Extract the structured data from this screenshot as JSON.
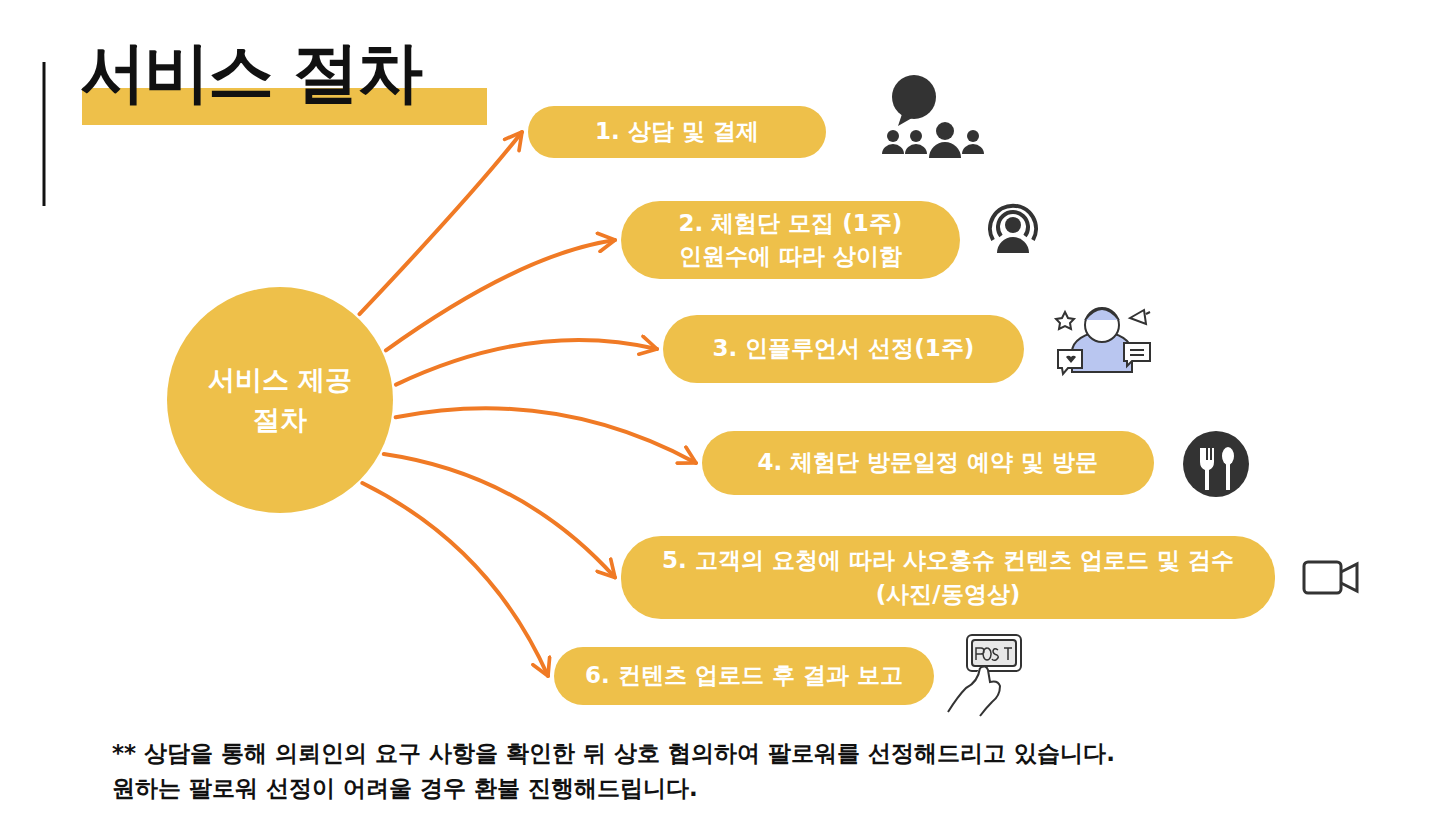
{
  "diagram": {
    "title": "서비스 절차",
    "nodes": [
      {
        "text": [
          "서비스 제공절차"
        ]
      },
      {
        "text": [
          "1. 상담 및 결제"
        ]
      },
      {
        "text": [
          "2. 체험단 모집 (1주)",
          "인원수에 따라 상이함"
        ]
      },
      {
        "text": [
          "3. 인플루언서 선정(1주)"
        ]
      },
      {
        "text": [
          "4. 체험단 방문일정 예약 및 방문"
        ]
      },
      {
        "text": [
          "5. 고객의 요청에 따라 샤오홍슈 컨텐츠 업로드 및 검수",
          "(사진/동영상)"
        ]
      },
      {
        "text": [
          "6. 컨텐츠 업로드 후 결과 보고"
        ]
      }
    ],
    "edges": [
      {
        "from": 0,
        "to": 1,
        "arrow": "to"
      },
      {
        "from": 0,
        "to": 2,
        "arrow": "to"
      },
      {
        "from": 0,
        "to": 3,
        "arrow": "to"
      },
      {
        "from": 0,
        "to": 4,
        "arrow": "to"
      },
      {
        "from": 0,
        "to": 5,
        "arrow": "to"
      },
      {
        "from": 0,
        "to": 6,
        "arrow": "to"
      }
    ],
    "labels": [
      "** 상담을 통해 의뢰인의 요구 사항을 확인한 뒤 상호 협의하여 팔로워를 선정해드리고 있습니다.",
      "원하는 팔로워 선정이 어려울 경우 환불 진행해드립니다."
    ]
  }
}
